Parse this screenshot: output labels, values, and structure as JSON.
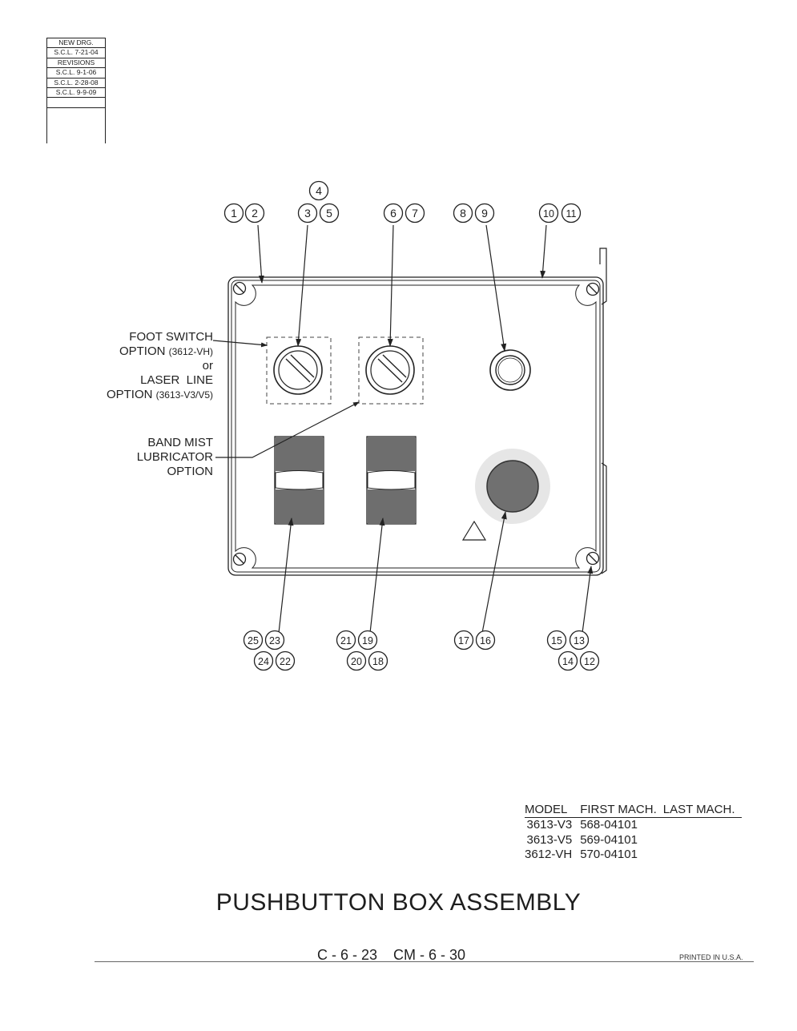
{
  "revision_block": {
    "rows": [
      "NEW DRG.",
      "S.C.L. 7-21-04",
      "REVISIONS",
      "S.C.L. 9-1-06",
      "S.C.L. 2-28-08",
      "S.C.L. 9-9-09",
      ""
    ]
  },
  "callouts": {
    "c1": "1",
    "c2": "2",
    "c3": "3",
    "c4": "4",
    "c5": "5",
    "c6": "6",
    "c7": "7",
    "c8": "8",
    "c9": "9",
    "c10": "10",
    "c11": "11",
    "c12": "12",
    "c13": "13",
    "c14": "14",
    "c15": "15",
    "c16": "16",
    "c17": "17",
    "c18": "18",
    "c19": "19",
    "c20": "20",
    "c21": "21",
    "c22": "22",
    "c23": "23",
    "c24": "24",
    "c25": "25"
  },
  "labels": {
    "foot_switch": "FOOT SWITCH",
    "option_prefix": "OPTION ",
    "option_vh": "(3612-VH)",
    "or": "or",
    "laser_line": "LASER  LINE",
    "option_v3v5": "(3613-V3/V5)",
    "band_mist": "BAND MIST",
    "lubricator": "LUBRICATOR",
    "option": "OPTION"
  },
  "model_table": {
    "headers": [
      "MODEL",
      "FIRST MACH.",
      "LAST MACH."
    ],
    "rows": [
      [
        "3613-V3",
        "568-04101",
        ""
      ],
      [
        "3613-V5",
        "569-04101",
        ""
      ],
      [
        "3612-VH",
        "570-04101",
        ""
      ]
    ]
  },
  "title": "PUSHBUTTON BOX ASSEMBLY",
  "page_number": "C - 6 - 23    CM - 6 - 30",
  "printed": "PRINTED IN U.S.A.",
  "colors": {
    "ink": "#222222",
    "button_fill": "#707070",
    "button_halo": "#e6e6e6",
    "switch_dark": "#6e6e6e"
  }
}
